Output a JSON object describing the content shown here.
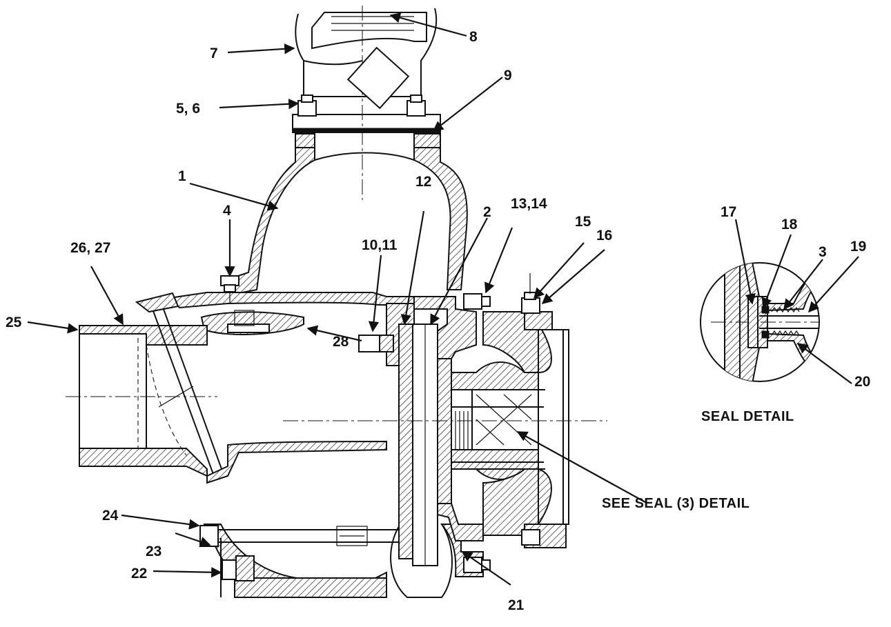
{
  "callouts": [
    {
      "id": "c1",
      "text": "1"
    },
    {
      "id": "c2",
      "text": "2"
    },
    {
      "id": "c3",
      "text": "3"
    },
    {
      "id": "c4",
      "text": "4"
    },
    {
      "id": "c56",
      "text": "5, 6"
    },
    {
      "id": "c7",
      "text": "7"
    },
    {
      "id": "c8",
      "text": "8"
    },
    {
      "id": "c9",
      "text": "9"
    },
    {
      "id": "c1011",
      "text": "10,11"
    },
    {
      "id": "c12",
      "text": "12"
    },
    {
      "id": "c1314",
      "text": "13,14"
    },
    {
      "id": "c15",
      "text": "15"
    },
    {
      "id": "c16",
      "text": "16"
    },
    {
      "id": "c17",
      "text": "17"
    },
    {
      "id": "c18",
      "text": "18"
    },
    {
      "id": "c19",
      "text": "19"
    },
    {
      "id": "c20",
      "text": "20"
    },
    {
      "id": "c21",
      "text": "21"
    },
    {
      "id": "c22",
      "text": "22"
    },
    {
      "id": "c23",
      "text": "23"
    },
    {
      "id": "c24",
      "text": "24"
    },
    {
      "id": "c25",
      "text": "25"
    },
    {
      "id": "c2627",
      "text": "26, 27"
    },
    {
      "id": "c28",
      "text": "28"
    }
  ],
  "captions": {
    "seal_detail": "SEAL DETAIL",
    "see_seal": "SEE SEAL (3) DETAIL"
  }
}
